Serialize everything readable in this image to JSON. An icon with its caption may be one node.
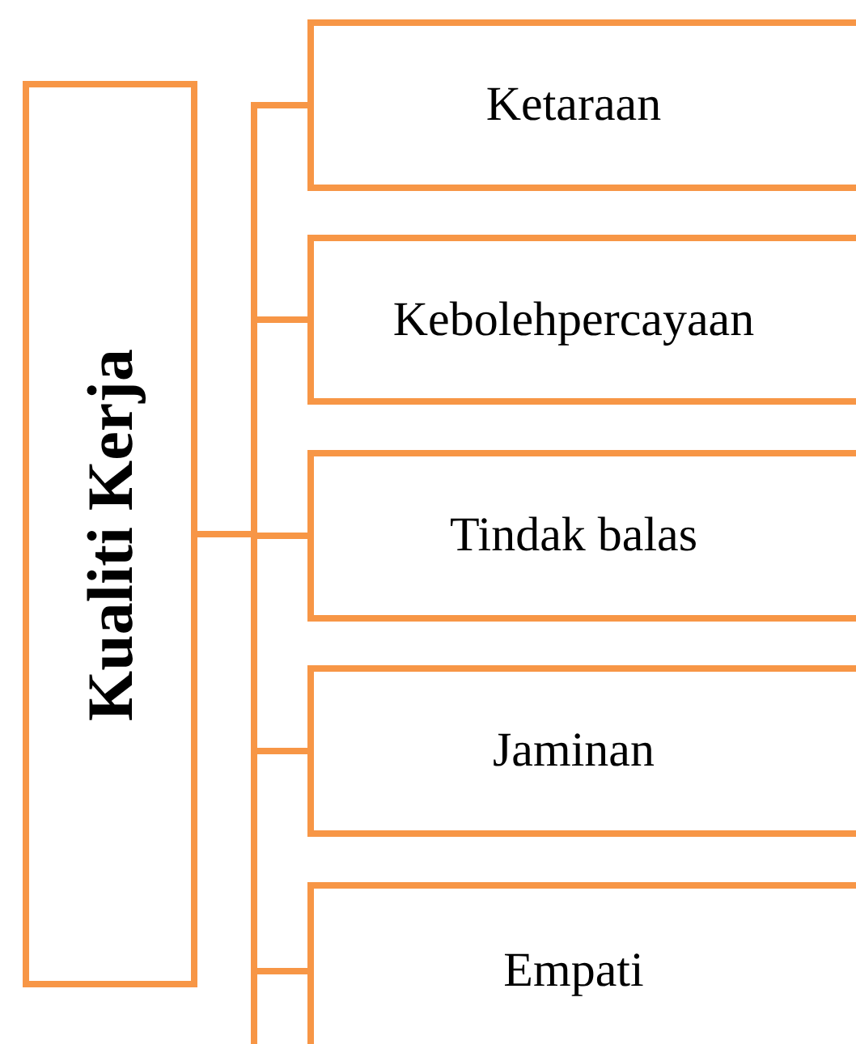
{
  "diagram": {
    "nodes": [
      {
        "text": [
          "Kualiti Kerja"
        ]
      },
      {
        "text": [
          "Ketaraan"
        ]
      },
      {
        "text": [
          "Kebolehpercayaan"
        ]
      },
      {
        "text": [
          "Tindak balas"
        ]
      },
      {
        "text": [
          "Jaminan"
        ]
      },
      {
        "text": [
          "Empati"
        ]
      }
    ],
    "edges": [
      {
        "from": 0,
        "to": 1,
        "arrow": "none"
      },
      {
        "from": 0,
        "to": 2,
        "arrow": "none"
      },
      {
        "from": 0,
        "to": 3,
        "arrow": "none"
      },
      {
        "from": 0,
        "to": 4,
        "arrow": "none"
      },
      {
        "from": 0,
        "to": 5,
        "arrow": "none"
      }
    ]
  }
}
